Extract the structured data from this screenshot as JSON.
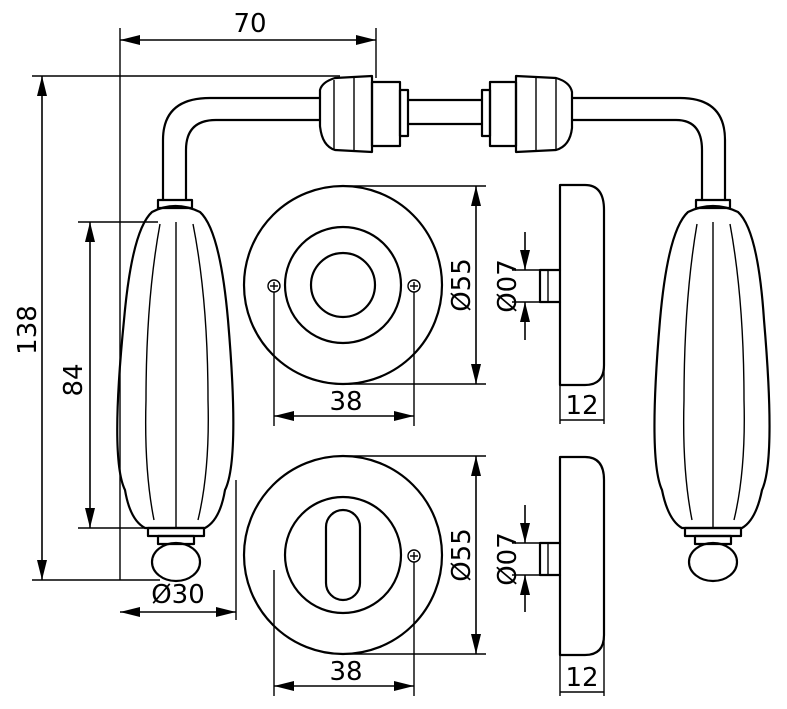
{
  "dimensions": {
    "width_top": "70",
    "height_total": "138",
    "height_grip": "84",
    "knob_diameter": "Ø30",
    "rose_diameter_top": "Ø55",
    "rose_diameter_bottom": "Ø55",
    "spindle_top": "Ø07",
    "spindle_bottom": "Ø07",
    "screw_spacing_top": "38",
    "screw_spacing_bottom": "38",
    "rose_thickness_top": "12",
    "rose_thickness_bottom": "12"
  },
  "colors": {
    "line": "#000000",
    "background": "#ffffff"
  },
  "icons": {
    "arrowhead": "filled-triangle-arrowhead",
    "screw": "phillips-screw-icon"
  }
}
